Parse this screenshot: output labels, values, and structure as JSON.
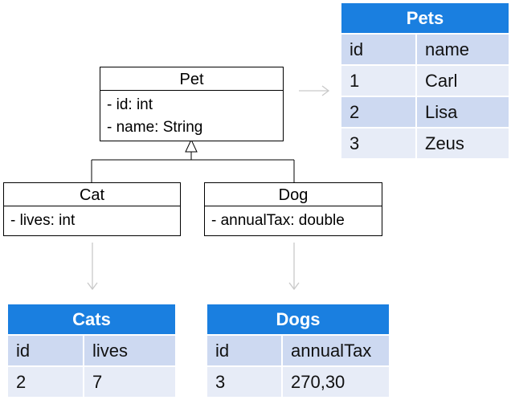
{
  "uml": {
    "pet": {
      "name": "Pet",
      "attributes": [
        "- id: int",
        "- name: String"
      ]
    },
    "cat": {
      "name": "Cat",
      "attributes": [
        "- lives: int"
      ]
    },
    "dog": {
      "name": "Dog",
      "attributes": [
        "- annualTax: double"
      ]
    }
  },
  "tables": {
    "pets": {
      "title": "Pets",
      "columns": [
        "id",
        "name"
      ],
      "rows": [
        [
          "1",
          "Carl"
        ],
        [
          "2",
          "Lisa"
        ],
        [
          "3",
          "Zeus"
        ]
      ]
    },
    "cats": {
      "title": "Cats",
      "columns": [
        "id",
        "lives"
      ],
      "rows": [
        [
          "2",
          "7"
        ]
      ]
    },
    "dogs": {
      "title": "Dogs",
      "columns": [
        "id",
        "annualTax"
      ],
      "rows": [
        [
          "3",
          "270,30"
        ]
      ]
    }
  },
  "colors": {
    "table_header": "#1a7fe0",
    "table_column_row": "#cdd9f1",
    "table_data_row": "#e7ecf7",
    "mapping_arrow": "#c9c9c9"
  }
}
